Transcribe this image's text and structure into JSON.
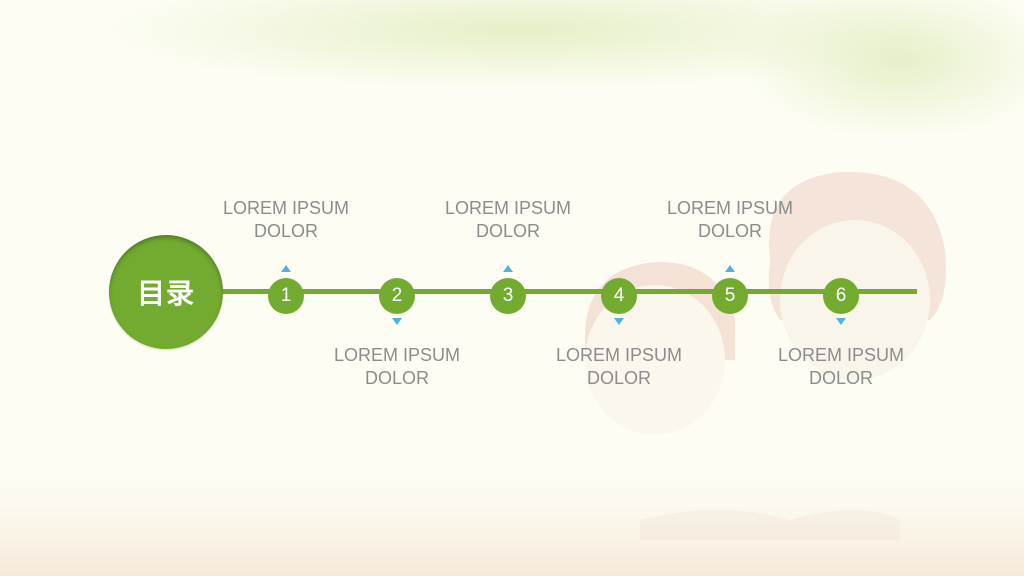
{
  "title": "目录",
  "colors": {
    "accent": "#72ab30",
    "arrow": "#4fb2e0",
    "label": "#8c8c8c",
    "background": "#fdfdf3"
  },
  "steps": [
    {
      "number": "1",
      "label": "LOREM IPSUM DOLOR",
      "position": "top"
    },
    {
      "number": "2",
      "label": "LOREM IPSUM DOLOR",
      "position": "bottom"
    },
    {
      "number": "3",
      "label": "LOREM IPSUM DOLOR",
      "position": "top"
    },
    {
      "number": "4",
      "label": "LOREM IPSUM DOLOR",
      "position": "bottom"
    },
    {
      "number": "5",
      "label": "LOREM IPSUM DOLOR",
      "position": "top"
    },
    {
      "number": "6",
      "label": "LOREM IPSUM DOLOR",
      "position": "bottom"
    }
  ]
}
